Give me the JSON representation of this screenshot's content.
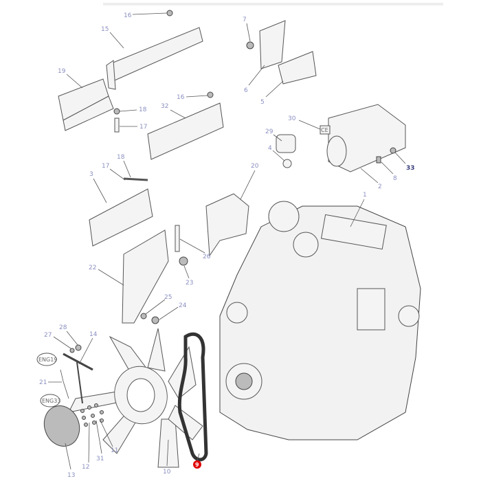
{
  "callouts": [
    "16",
    "15",
    "7",
    "19",
    "6",
    "5",
    "16",
    "18",
    "17",
    "32",
    "30",
    "29",
    "4",
    "33",
    "8",
    "2",
    "20",
    "18",
    "17",
    "3",
    "1",
    "22",
    "26",
    "23",
    "25",
    "24",
    "28",
    "27",
    "14",
    "21",
    "11",
    "31",
    "12",
    "13",
    "10"
  ],
  "highlighted_callout": "9",
  "highlight_color": "#e00000",
  "engine_codes": [
    "ENG19",
    "ENG33"
  ],
  "ce_mark": "CE"
}
